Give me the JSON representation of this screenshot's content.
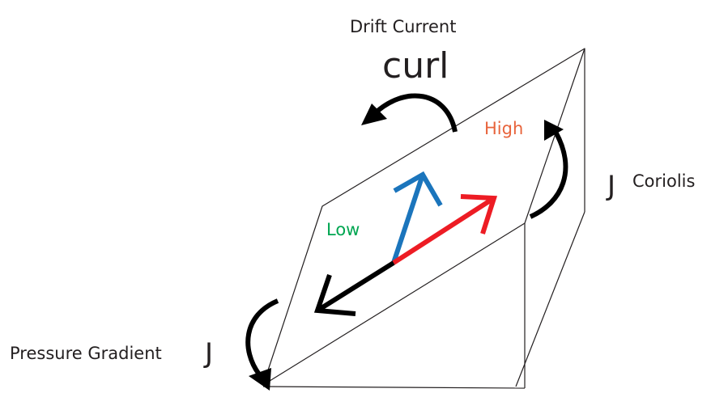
{
  "labels": {
    "drift_current": "Drift Current",
    "curl": "curl",
    "high": "High",
    "low": "Low",
    "coriolis_symbol": "J",
    "coriolis": "Coriolis",
    "pressure_gradient": "Pressure Gradient",
    "pressure_symbol": "J"
  },
  "colors": {
    "line": "#231f20",
    "arrow_black": "#000000",
    "high": "#e8643c",
    "low": "#00a651",
    "vector_blue": "#1b75bc",
    "vector_red": "#ed1c24"
  }
}
